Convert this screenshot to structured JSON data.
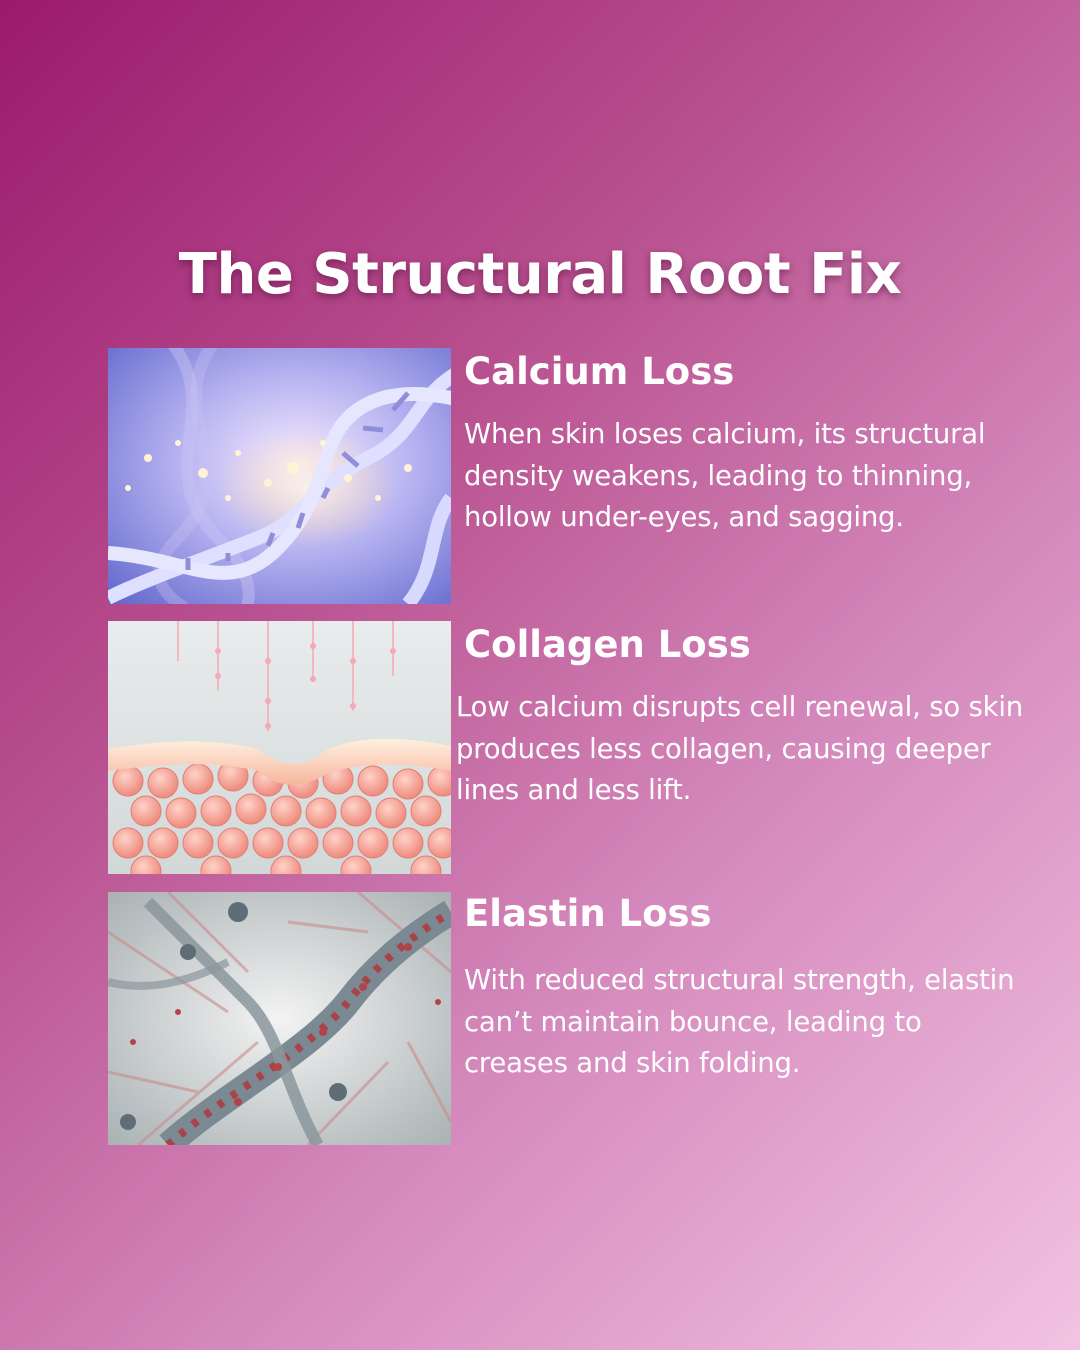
{
  "title": "The Structural Root Fix",
  "sections": [
    {
      "heading": "Calcium Loss",
      "body": "When skin loses calcium, its structural density weakens, leading to thinning, hollow under-eyes, and sagging.",
      "image_icon": "dna-helix-image"
    },
    {
      "heading": "Collagen Loss",
      "body": "Low calcium disrupts cell renewal, so skin produces less collagen, causing deeper lines and less lift.",
      "image_icon": "skin-cells-image"
    },
    {
      "heading": "Elastin Loss",
      "body": "With reduced structural strength, elastin can’t maintain bounce, leading to creases and skin folding.",
      "image_icon": "elastin-fibers-image"
    }
  ],
  "colors": {
    "gradient_start": "#9b1a6e",
    "gradient_end": "#f2c3e2",
    "text": "#ffffff"
  }
}
